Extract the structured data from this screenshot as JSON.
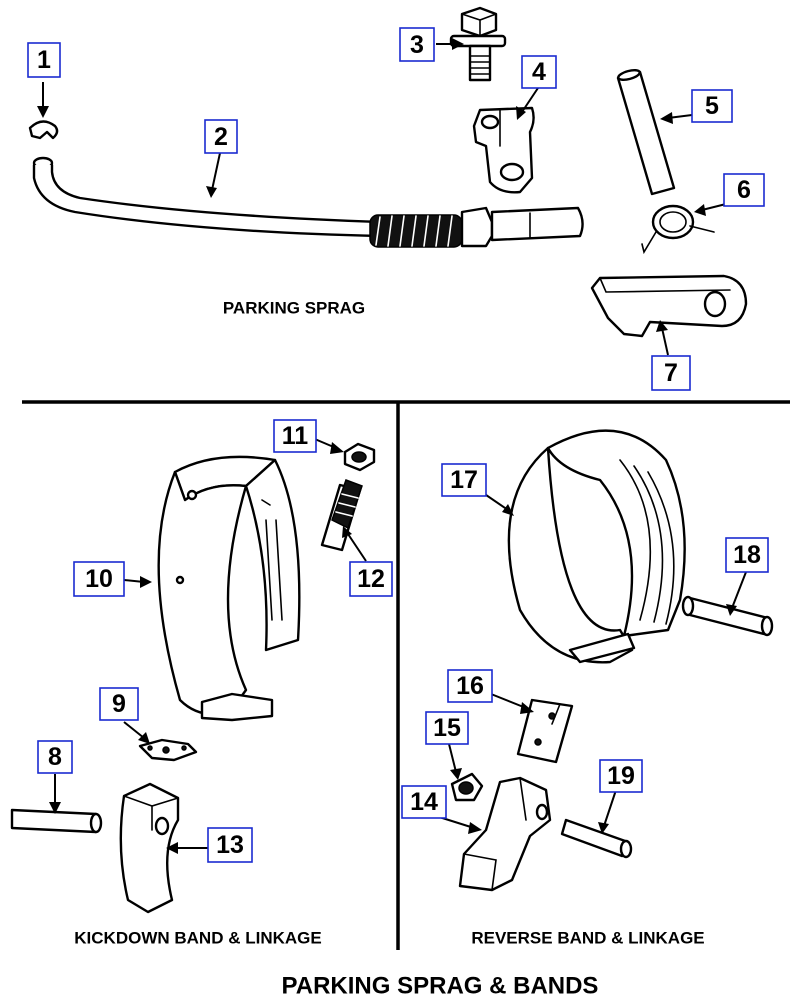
{
  "title": "PARKING SPRAG & BANDS",
  "sections": {
    "parking_sprag": "PARKING SPRAG",
    "kickdown": "KICKDOWN BAND & LINKAGE",
    "reverse": "REVERSE BAND & LINKAGE"
  },
  "callouts": [
    "1",
    "2",
    "3",
    "4",
    "5",
    "6",
    "7",
    "8",
    "9",
    "10",
    "11",
    "12",
    "13",
    "14",
    "15",
    "16",
    "17",
    "18",
    "19"
  ],
  "colors": {
    "callout_border": "#1a2bd0",
    "ink": "#000000",
    "paper": "#ffffff"
  }
}
